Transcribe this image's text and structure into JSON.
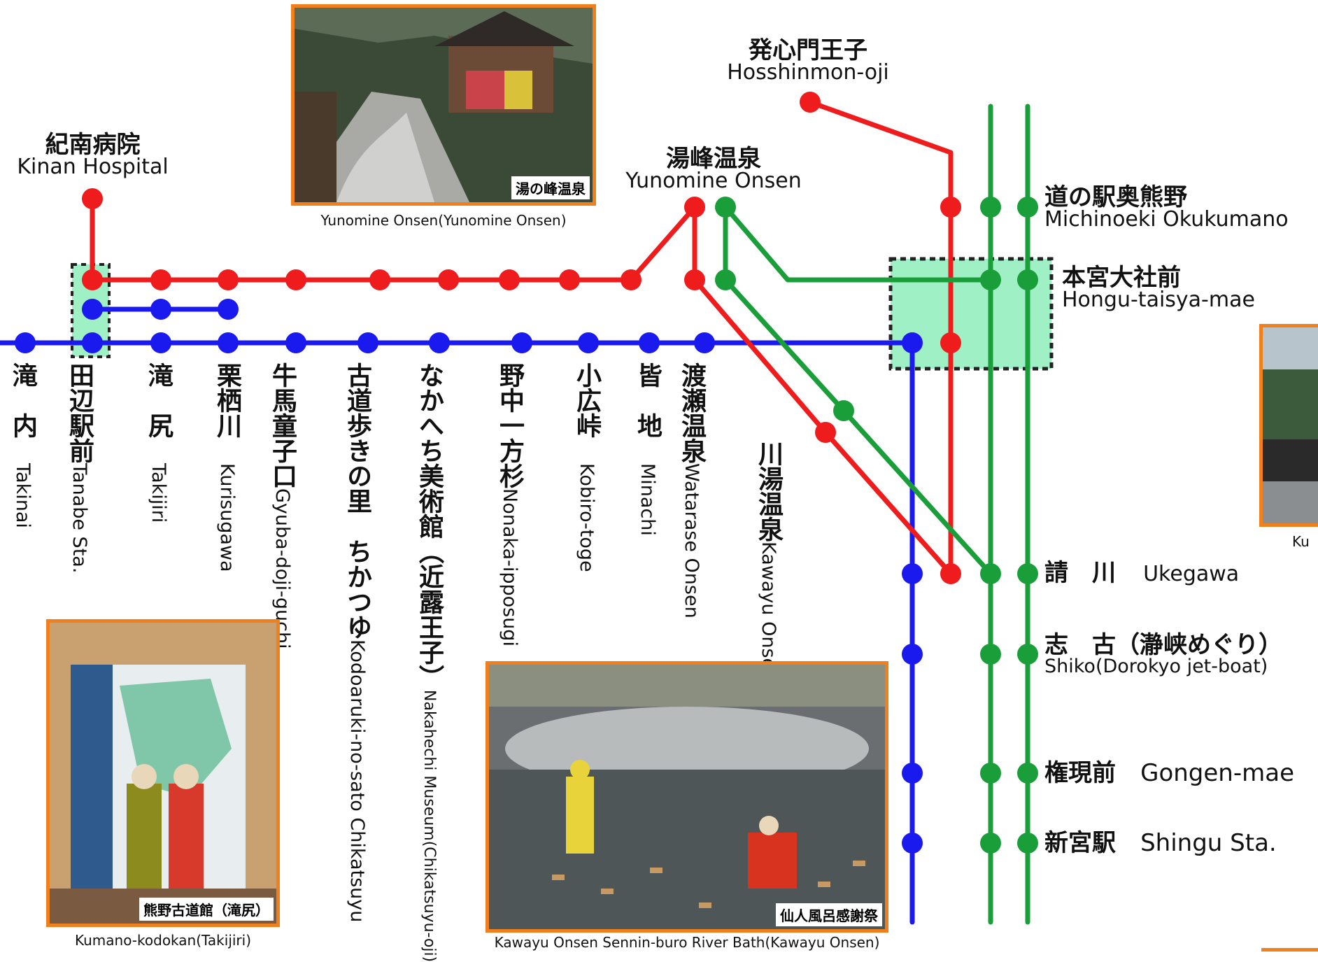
{
  "colors": {
    "red": "#ee1c1c",
    "blue": "#1a1aee",
    "green": "#1a9e3a",
    "transfer_box": "#9ff0c5",
    "photo_frame": "#f07f1e"
  },
  "stations": {
    "kinan": {
      "ja": "紀南病院",
      "en": "Kinan Hospital"
    },
    "yunomine": {
      "ja": "湯峰温泉",
      "en": "Yunomine Onsen"
    },
    "hosshinmon": {
      "ja": "発心門王子",
      "en": "Hosshinmon-oji"
    },
    "michinoeki": {
      "ja": "道の駅奥熊野",
      "en": "Michinoeki Okukumano"
    },
    "hongu": {
      "ja": "本宮大社前",
      "en": "Hongu-taisya-mae"
    },
    "ukegawa": {
      "ja": "請　川",
      "en": "Ukegawa"
    },
    "shiko": {
      "ja": "志　古（瀞峡めぐり）",
      "en": "Shiko(Dorokyo jet-boat)"
    },
    "gongen": {
      "ja": "権現前",
      "en": "Gongen-mae"
    },
    "shingu": {
      "ja": "新宮駅",
      "en": "Shingu Sta."
    },
    "vertical": [
      {
        "ja": "滝　内",
        "en": "Takinai"
      },
      {
        "ja": "田辺駅前",
        "en": "Tanabe Sta."
      },
      {
        "ja": "滝　尻",
        "en": "Takijiri"
      },
      {
        "ja": "栗栖川",
        "en": "Kurisugawa"
      },
      {
        "ja": "牛馬童子口",
        "en": "Gyuba-doji-guchi"
      },
      {
        "ja": "古道歩きの里　ちかつゆ",
        "en": "Kodoaruki-no-sato Chikatsuyu"
      },
      {
        "ja": "なかへち美術館（近露王子）",
        "en": "Nakahechi Museum(Chikatsuyu-oji)"
      },
      {
        "ja": "野中一方杉",
        "en": "Nonaka-ipposugi"
      },
      {
        "ja": "小広峠",
        "en": "Kobiro-toge"
      },
      {
        "ja": "皆　地",
        "en": "Minachi"
      },
      {
        "ja": "渡瀬温泉",
        "en": "Watarase Onsen"
      },
      {
        "ja": "川湯温泉",
        "en": "Kawayu Onsen"
      }
    ]
  },
  "photos": {
    "yunomine": {
      "tag": "湯の峰温泉",
      "caption": "Yunomine Onsen(Yunomine Onsen)"
    },
    "kodokan": {
      "tag": "熊野古道館（滝尻）",
      "caption": "Kumano-kodokan(Takijiri)"
    },
    "sennin": {
      "tag": "仙人風呂感謝祭",
      "caption": "Kawayu Onsen Sennin-buro River Bath(Kawayu Onsen)"
    },
    "right_caption": "Ku"
  }
}
